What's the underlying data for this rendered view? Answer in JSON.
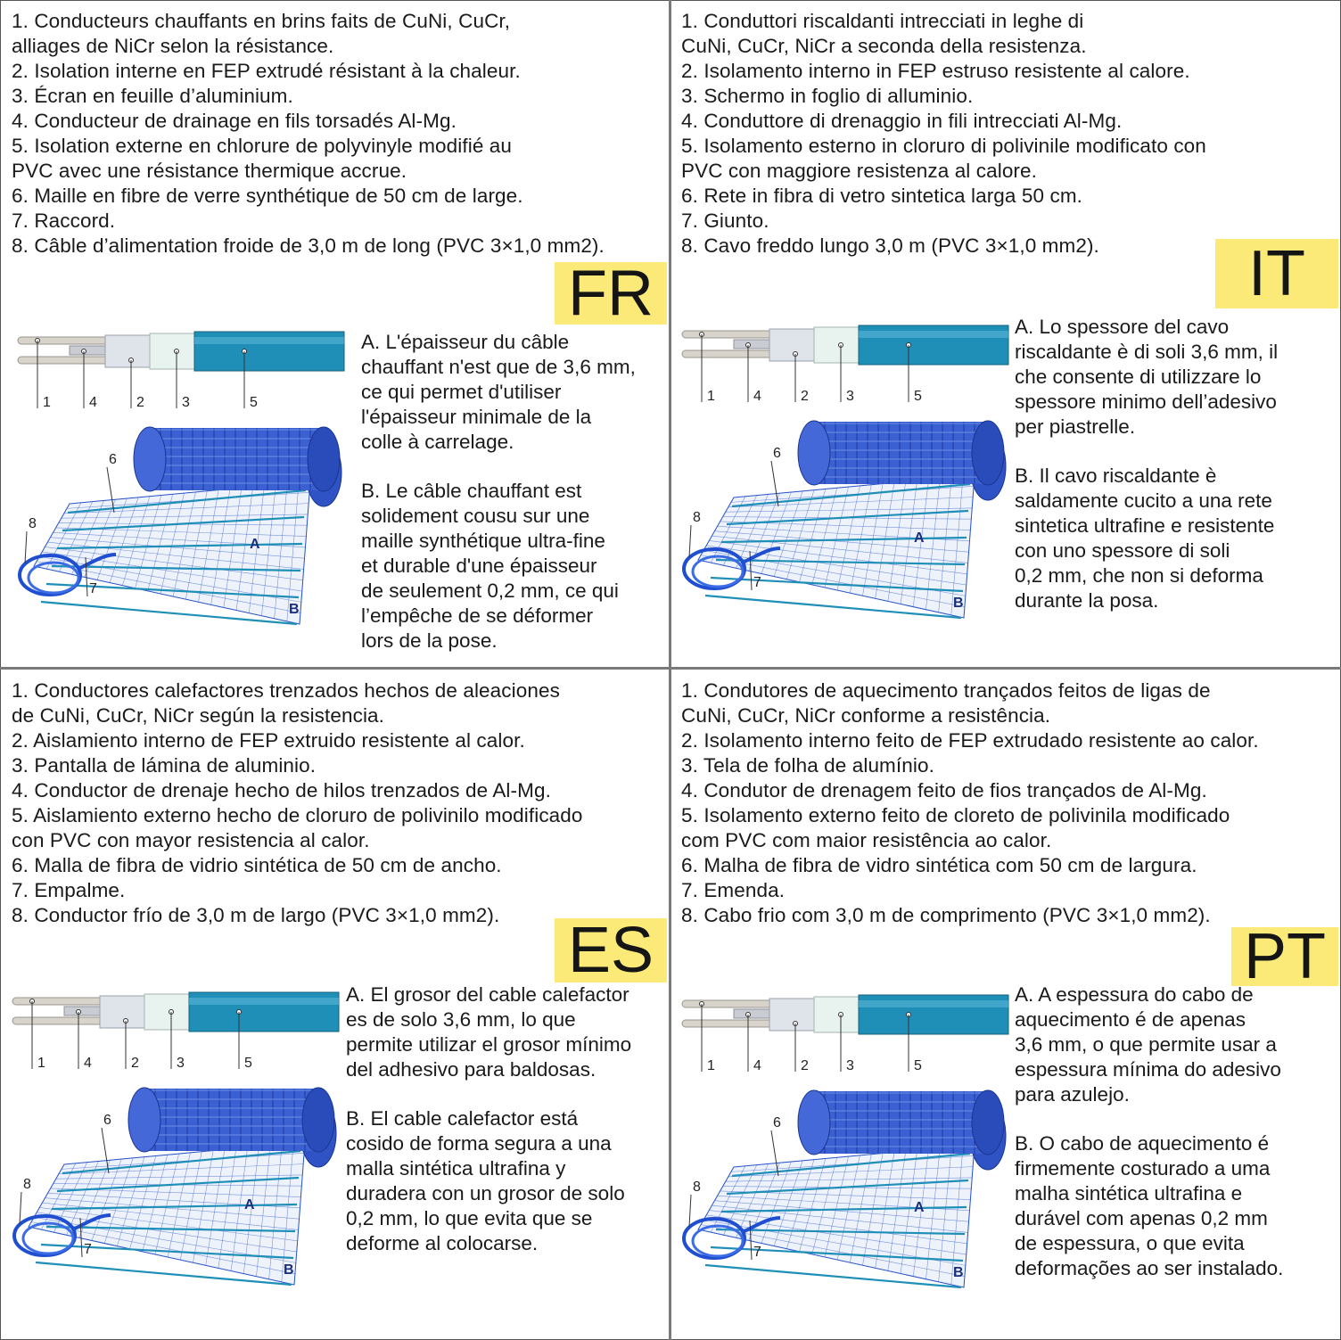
{
  "panels": {
    "fr": {
      "lang": "FR",
      "list": "1. Conducteurs chauffants en brins faits de CuNi, CuCr,\nalliages de NiCr selon la résistance.\n2. Isolation interne en FEP extrudé résistant à la chaleur.\n3. Écran en feuille d’aluminium.\n4. Conducteur de drainage en fils torsadés Al-Mg.\n5. Isolation externe en chlorure de polyvinyle modifié au\nPVC avec une résistance thermique accrue.\n6. Maille en fibre de verre synthétique de 50 cm de large.\n7. Raccord.\n8. Câble d’alimentation froide de 3,0 m de long (PVC 3×1,0 mm2).",
      "note_a": "A. L'épaisseur du câble\nchauffant n'est que de 3,6 mm,\nce qui permet d'utiliser\nl'épaisseur minimale de la\ncolle à carrelage.",
      "note_b": "B. Le câble chauffant est\nsolidement cousu sur une\nmaille synthétique ultra-fine\net durable d'une épaisseur\nde seulement 0,2 mm, ce qui\nl’empêche de se déformer\nlors de la pose."
    },
    "it": {
      "lang": "IT",
      "list": "1. Conduttori riscaldanti intrecciati in leghe di\nCuNi, CuCr, NiCr a seconda della resistenza.\n2. Isolamento interno in FEP estruso resistente al calore.\n3. Schermo in foglio di alluminio.\n4. Conduttore di drenaggio in fili intrecciati Al-Mg.\n5. Isolamento esterno in cloruro di polivinile modificato con\nPVC con maggiore resistenza al calore.\n6. Rete in fibra di vetro sintetica larga 50 cm.\n7. Giunto.\n8. Cavo freddo lungo 3,0 m (PVC 3×1,0 mm2).",
      "note_a": "A. Lo spessore del cavo\nriscaldante è di soli 3,6 mm, il\nche consente di utilizzare lo\nspessore minimo dell’adesivo\nper piastrelle.",
      "note_b": "B. Il cavo riscaldante è\nsaldamente cucito a una rete\nsintetica ultrafine e resistente\ncon uno spessore di soli\n0,2 mm, che non si deforma\ndurante la posa."
    },
    "es": {
      "lang": "ES",
      "list": "1. Conductores calefactores trenzados hechos de aleaciones\nde CuNi, CuCr, NiCr según la resistencia.\n2. Aislamiento interno de FEP extruido resistente al calor.\n3. Pantalla de lámina de aluminio.\n4. Conductor de drenaje hecho de hilos trenzados de Al-Mg.\n5. Aislamiento externo hecho de cloruro de polivinilo modificado\ncon PVC con mayor resistencia al calor.\n6. Malla de fibra de vidrio sintética de 50 cm de ancho.\n7. Empalme.\n8. Conductor frío de 3,0 m de largo (PVC 3×1,0 mm2).",
      "note_a": "A. El grosor del cable calefactor\nes de solo 3,6 mm, lo que\npermite utilizar el grosor mínimo\ndel adhesivo para baldosas.",
      "note_b": "B. El cable calefactor está\ncosido de forma segura a una\nmalla sintética ultrafina y\nduradera con un grosor de solo\n0,2 mm, lo que evita que se\ndeforme al colocarse."
    },
    "pt": {
      "lang": "PT",
      "list": "1. Condutores de aquecimento trançados feitos de ligas de\nCuNi, CuCr, NiCr conforme a resistência.\n2. Isolamento interno feito de FEP extrudado resistente ao calor.\n3. Tela de folha de alumínio.\n4. Condutor de drenagem feito de fios trançados de Al-Mg.\n5. Isolamento externo feito de cloreto de polivinila modificado\ncom PVC com maior resistência ao calor.\n6. Malha de fibra de vidro sintética com 50 cm de largura.\n7. Emenda.\n8. Cabo frio com 3,0 m de comprimento (PVC 3×1,0 mm2).",
      "note_a": "A. A espessura do cabo de\naquecimento é de apenas\n3,6 mm, o que permite usar a\nespessura mínima do adesivo\npara azulejo.",
      "note_b": "B. O cabo de aquecimento é\nfirmemente costurado a uma\nmalha sintética ultrafina e\ndurável com apenas 0,2 mm\nde espessura, o que evita\ndeformações ao ser instalado."
    }
  },
  "figure_labels": {
    "cable": [
      "1",
      "4",
      "2",
      "3",
      "5"
    ],
    "mat": [
      "6",
      "8",
      "7",
      "A",
      "B"
    ]
  },
  "colors": {
    "badge": "#fbe978",
    "cable_jacket": "#1f8fb8",
    "mesh": "#2a55c9"
  }
}
